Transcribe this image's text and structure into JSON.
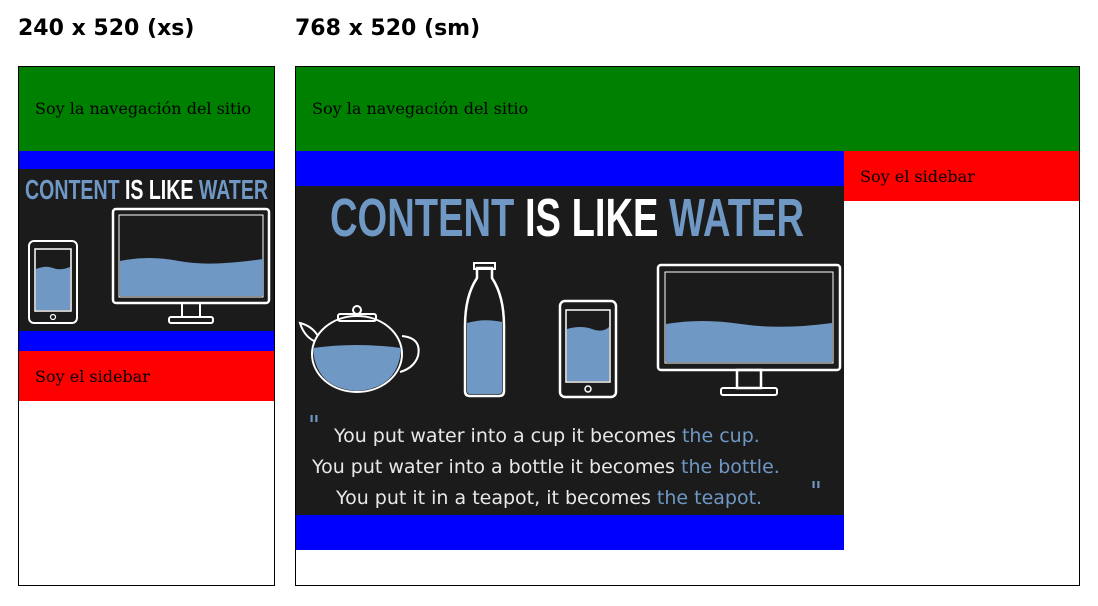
{
  "frames": [
    {
      "label": "240 x 520 (xs)",
      "nav_text": "Soy la navegación del sitio",
      "sidebar_text": "Soy el sidebar"
    },
    {
      "label": "768 x 520 (sm)",
      "nav_text": "Soy la navegación del sitio",
      "sidebar_text": "Soy el sidebar"
    }
  ],
  "infographic": {
    "title_word1": "CONTENT",
    "title_word2": "IS LIKE",
    "title_word3": "WATER",
    "quote": [
      {
        "text": "You put water into a cup it becomes ",
        "accent": "the cup."
      },
      {
        "text": "You put water into a bottle it becomes ",
        "accent": "the bottle."
      },
      {
        "text": "You put it in a teapot, it becomes ",
        "accent": "the teapot."
      }
    ]
  },
  "colors": {
    "nav": "#008000",
    "sidebar": "#ff0000",
    "content": "#0000ff",
    "infographic_bg": "#1b1b1c",
    "water": "#6f98c4"
  }
}
